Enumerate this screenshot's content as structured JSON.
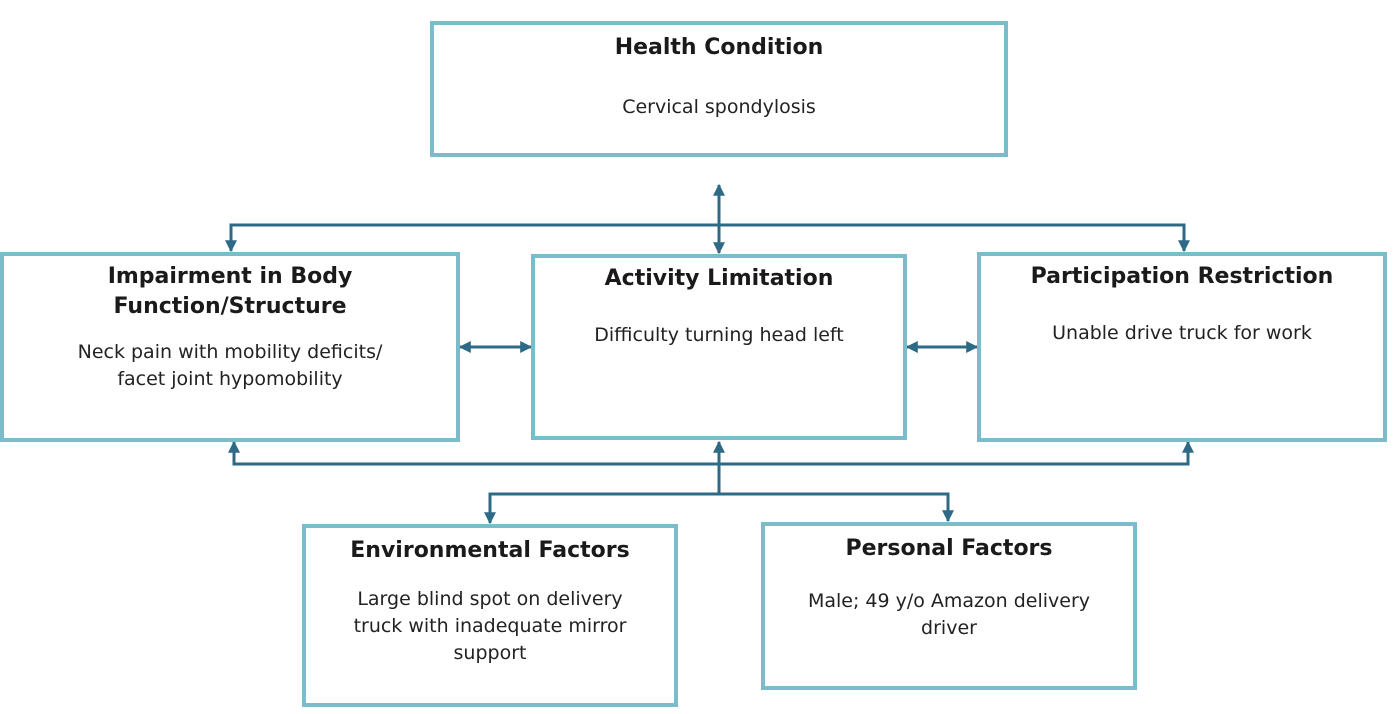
{
  "diagram": {
    "line_color": "#2e6a86",
    "box_border_color": "#7bbccb",
    "boxes": {
      "health_condition": {
        "title": "Health Condition",
        "text": "Cervical spondylosis"
      },
      "impairment": {
        "title_line1": "Impairment in Body",
        "title_line2": "Function/Structure",
        "text_line1": "Neck pain with mobility deficits/",
        "text_line2": "facet joint hypomobility"
      },
      "activity": {
        "title": "Activity Limitation",
        "text": "Difficulty turning head left"
      },
      "participation": {
        "title": "Participation Restriction",
        "text": "Unable drive truck for work"
      },
      "environmental": {
        "title": "Environmental Factors",
        "text_line1": "Large blind spot on delivery",
        "text_line2": "truck with inadequate mirror",
        "text_line3": "support"
      },
      "personal": {
        "title": "Personal Factors",
        "text_line1": "Male; 49 y/o Amazon delivery",
        "text_line2": "driver"
      }
    }
  }
}
